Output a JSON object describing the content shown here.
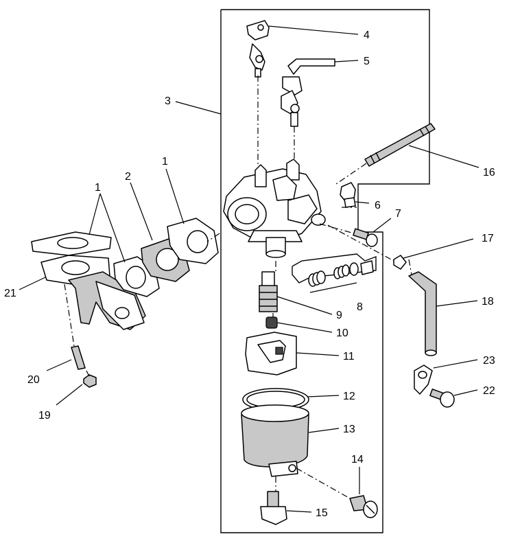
{
  "callouts": {
    "c1a": "1",
    "c1b": "1",
    "c2": "2",
    "c3": "3",
    "c4": "4",
    "c5": "5",
    "c6": "6",
    "c7": "7",
    "c8": "8",
    "c9": "9",
    "c10": "10",
    "c11": "11",
    "c12": "12",
    "c13": "13",
    "c14": "14",
    "c15": "15",
    "c16": "16",
    "c17": "17",
    "c18": "18",
    "c19": "19",
    "c20": "20",
    "c21": "21",
    "c22": "22",
    "c23": "23"
  }
}
